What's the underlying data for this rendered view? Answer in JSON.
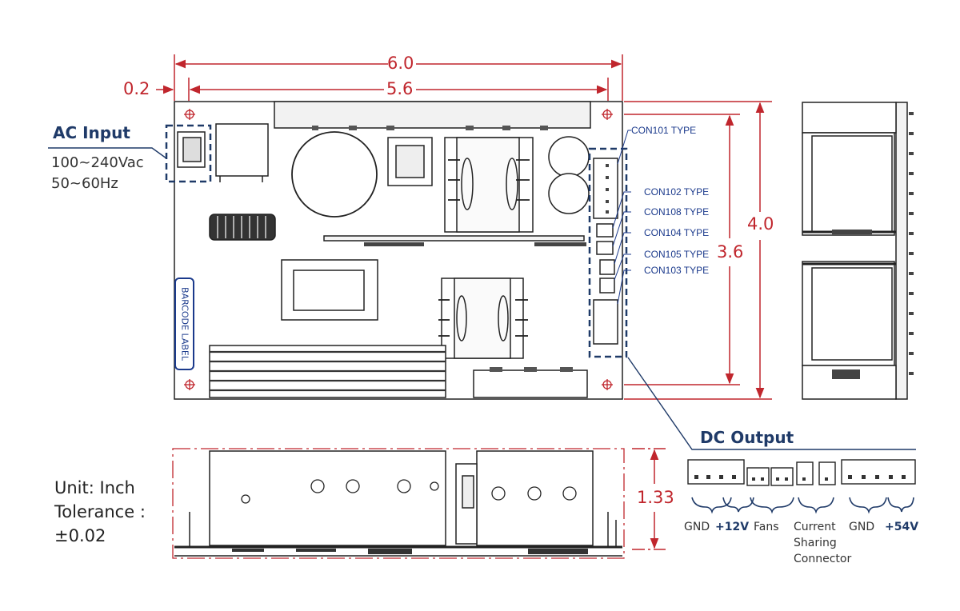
{
  "dimensions": {
    "overall_width": "6.0",
    "inner_width": "5.6",
    "margin_offset": "0.2",
    "overall_height": "4.0",
    "inner_height": "3.6",
    "side_height": "1.33"
  },
  "ac_input": {
    "title": "AC Input",
    "voltage": "100~240Vac",
    "frequency": "50~60Hz"
  },
  "board": {
    "barcode_label": "BARCODE LABEL"
  },
  "connectors": [
    "CON101 TYPE",
    "CON102 TYPE",
    "CON108 TYPE",
    "CON104 TYPE",
    "CON105 TYPE",
    "CON103 TYPE"
  ],
  "dc_output": {
    "title": "DC Output",
    "gnd1": "GND",
    "v12": "+12V",
    "fans": "Fans",
    "current_sharing": [
      "Current",
      "Sharing",
      "Connector"
    ],
    "gnd2": "GND",
    "v54": "+54V"
  },
  "unit_note": {
    "unit": "Unit: Inch",
    "tolerance": "Tolerance :",
    "tolerance_value": "±0.02"
  },
  "colors": {
    "dimension": "#c0262d",
    "label_navy": "#1f3a68",
    "connector_text": "#1b3a8c",
    "outline": "#222222"
  }
}
